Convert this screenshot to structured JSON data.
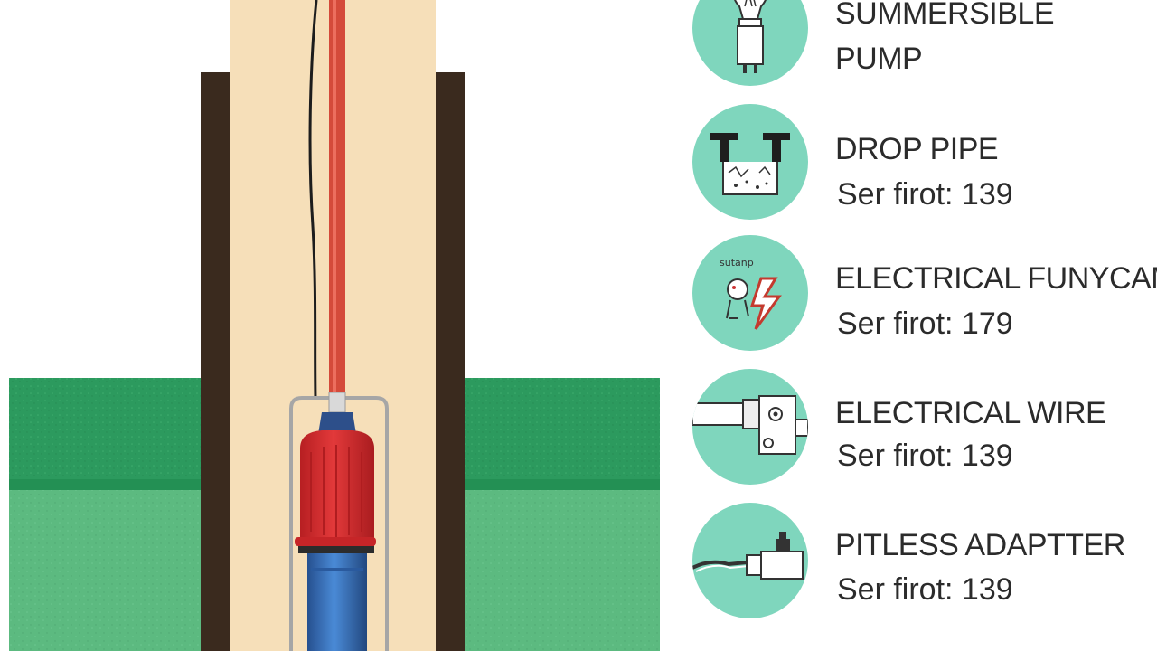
{
  "components": [
    {
      "title_line1": "SUMMERSIBLE",
      "title_line2": "PUMP",
      "subtitle": "",
      "icon": "light-bulb-icon"
    },
    {
      "title_line1": "DROP PIPE",
      "title_line2": "",
      "subtitle": "Ser firot: 139",
      "icon": "drop-pipe-icon"
    },
    {
      "title_line1": "ELECTRICAL FUNYCAMI",
      "title_line2": "",
      "subtitle": "Ser firot: 179",
      "icon": "electrical-spark-icon",
      "badge_caption": "sutanp"
    },
    {
      "title_line1": "ELECTRICAL WIRE",
      "title_line2": "",
      "subtitle": "Ser firot: 139",
      "icon": "electrical-wire-icon"
    },
    {
      "title_line1": "PITLESS ADAPTTER",
      "title_line2": "",
      "subtitle": "Ser firot: 139",
      "icon": "pitless-adapter-icon"
    }
  ],
  "colors": {
    "badge": "#7fd6bd",
    "well_casing": "#f6dfb9",
    "well_wall": "#3a2a1e",
    "grass": "#2c9a5e",
    "soil": "#5cba80",
    "pump_body": "#d72f2f",
    "pump_lower": "#3a78c4",
    "drop_pipe": "#d44a3a"
  }
}
